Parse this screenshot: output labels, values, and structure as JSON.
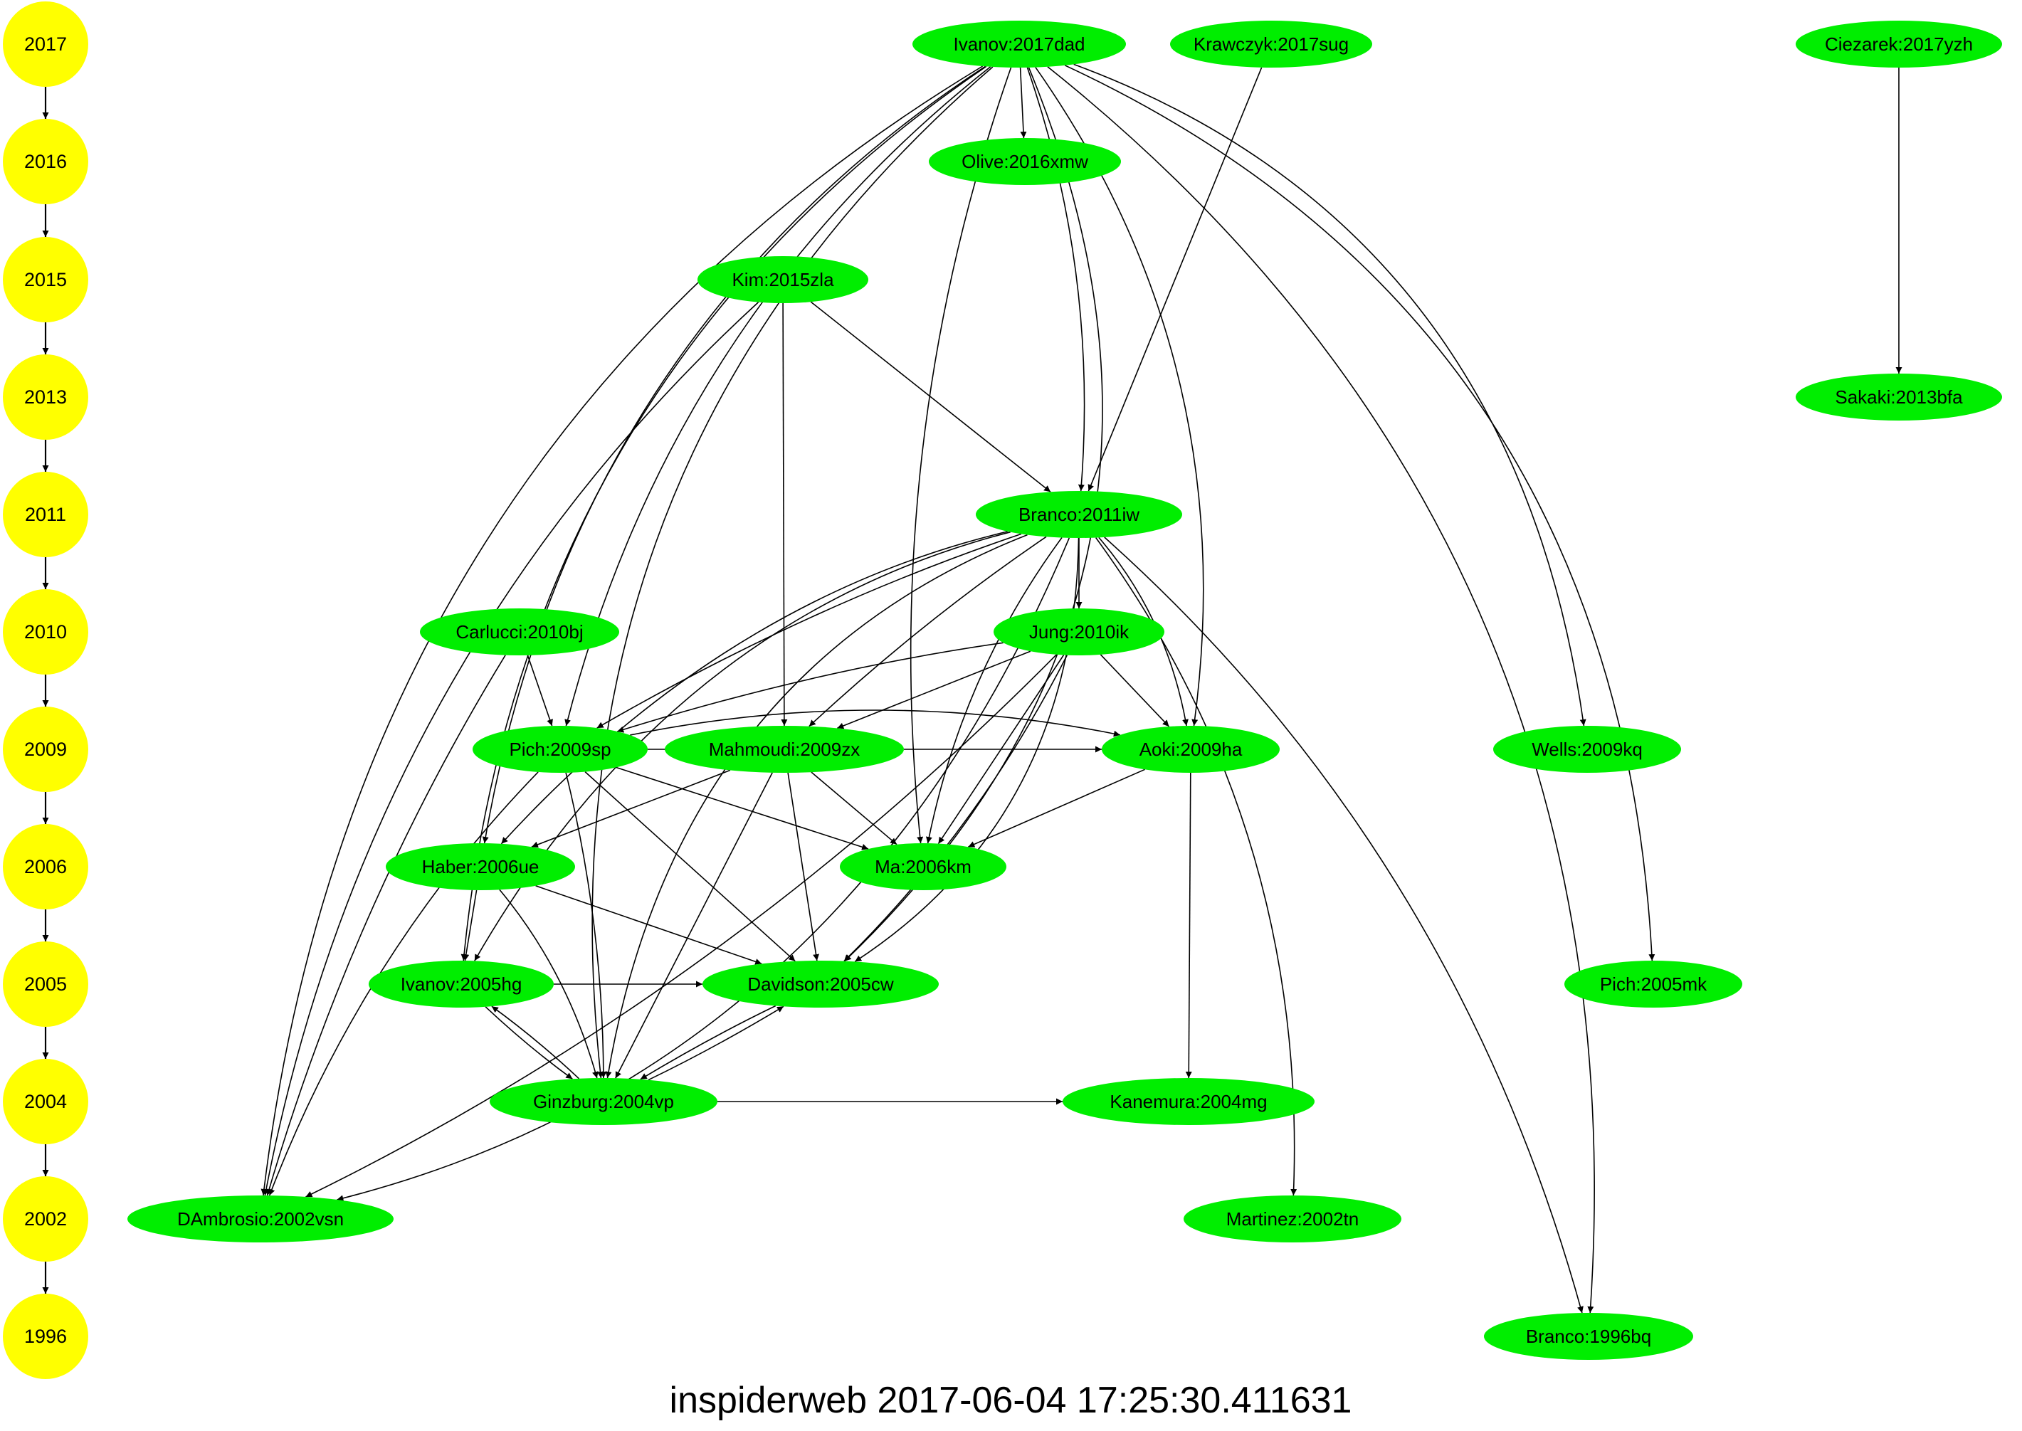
{
  "caption": "inspiderweb 2017-06-04 17:25:30.411631",
  "colors": {
    "year_fill": "#ffff00",
    "paper_fill": "#00ee00",
    "edge": "#000000",
    "background": "#ffffff"
  },
  "years": [
    "2017",
    "2016",
    "2015",
    "2013",
    "2011",
    "2010",
    "2009",
    "2006",
    "2005",
    "2004",
    "2002",
    "1996"
  ],
  "nodes": [
    {
      "id": "ivanov2017",
      "label": "Ivanov:2017dad"
    },
    {
      "id": "krawczyk2017",
      "label": "Krawczyk:2017sug"
    },
    {
      "id": "ciezarek2017",
      "label": "Ciezarek:2017yzh"
    },
    {
      "id": "olive2016",
      "label": "Olive:2016xmw"
    },
    {
      "id": "kim2015",
      "label": "Kim:2015zla"
    },
    {
      "id": "sakaki2013",
      "label": "Sakaki:2013bfa"
    },
    {
      "id": "branco2011",
      "label": "Branco:2011iw"
    },
    {
      "id": "carlucci2010",
      "label": "Carlucci:2010bj"
    },
    {
      "id": "jung2010",
      "label": "Jung:2010ik"
    },
    {
      "id": "pich2009",
      "label": "Pich:2009sp"
    },
    {
      "id": "mahmoudi2009",
      "label": "Mahmoudi:2009zx"
    },
    {
      "id": "aoki2009",
      "label": "Aoki:2009ha"
    },
    {
      "id": "wells2009",
      "label": "Wells:2009kq"
    },
    {
      "id": "haber2006",
      "label": "Haber:2006ue"
    },
    {
      "id": "ma2006",
      "label": "Ma:2006km"
    },
    {
      "id": "ivanov2005",
      "label": "Ivanov:2005hg"
    },
    {
      "id": "davidson2005",
      "label": "Davidson:2005cw"
    },
    {
      "id": "pich2005",
      "label": "Pich:2005mk"
    },
    {
      "id": "ginzburg2004",
      "label": "Ginzburg:2004vp"
    },
    {
      "id": "kanemura2004",
      "label": "Kanemura:2004mg"
    },
    {
      "id": "dambrosio2002",
      "label": "DAmbrosio:2002vsn"
    },
    {
      "id": "martinez2002",
      "label": "Martinez:2002tn"
    },
    {
      "id": "branco1996",
      "label": "Branco:1996bq"
    }
  ]
}
